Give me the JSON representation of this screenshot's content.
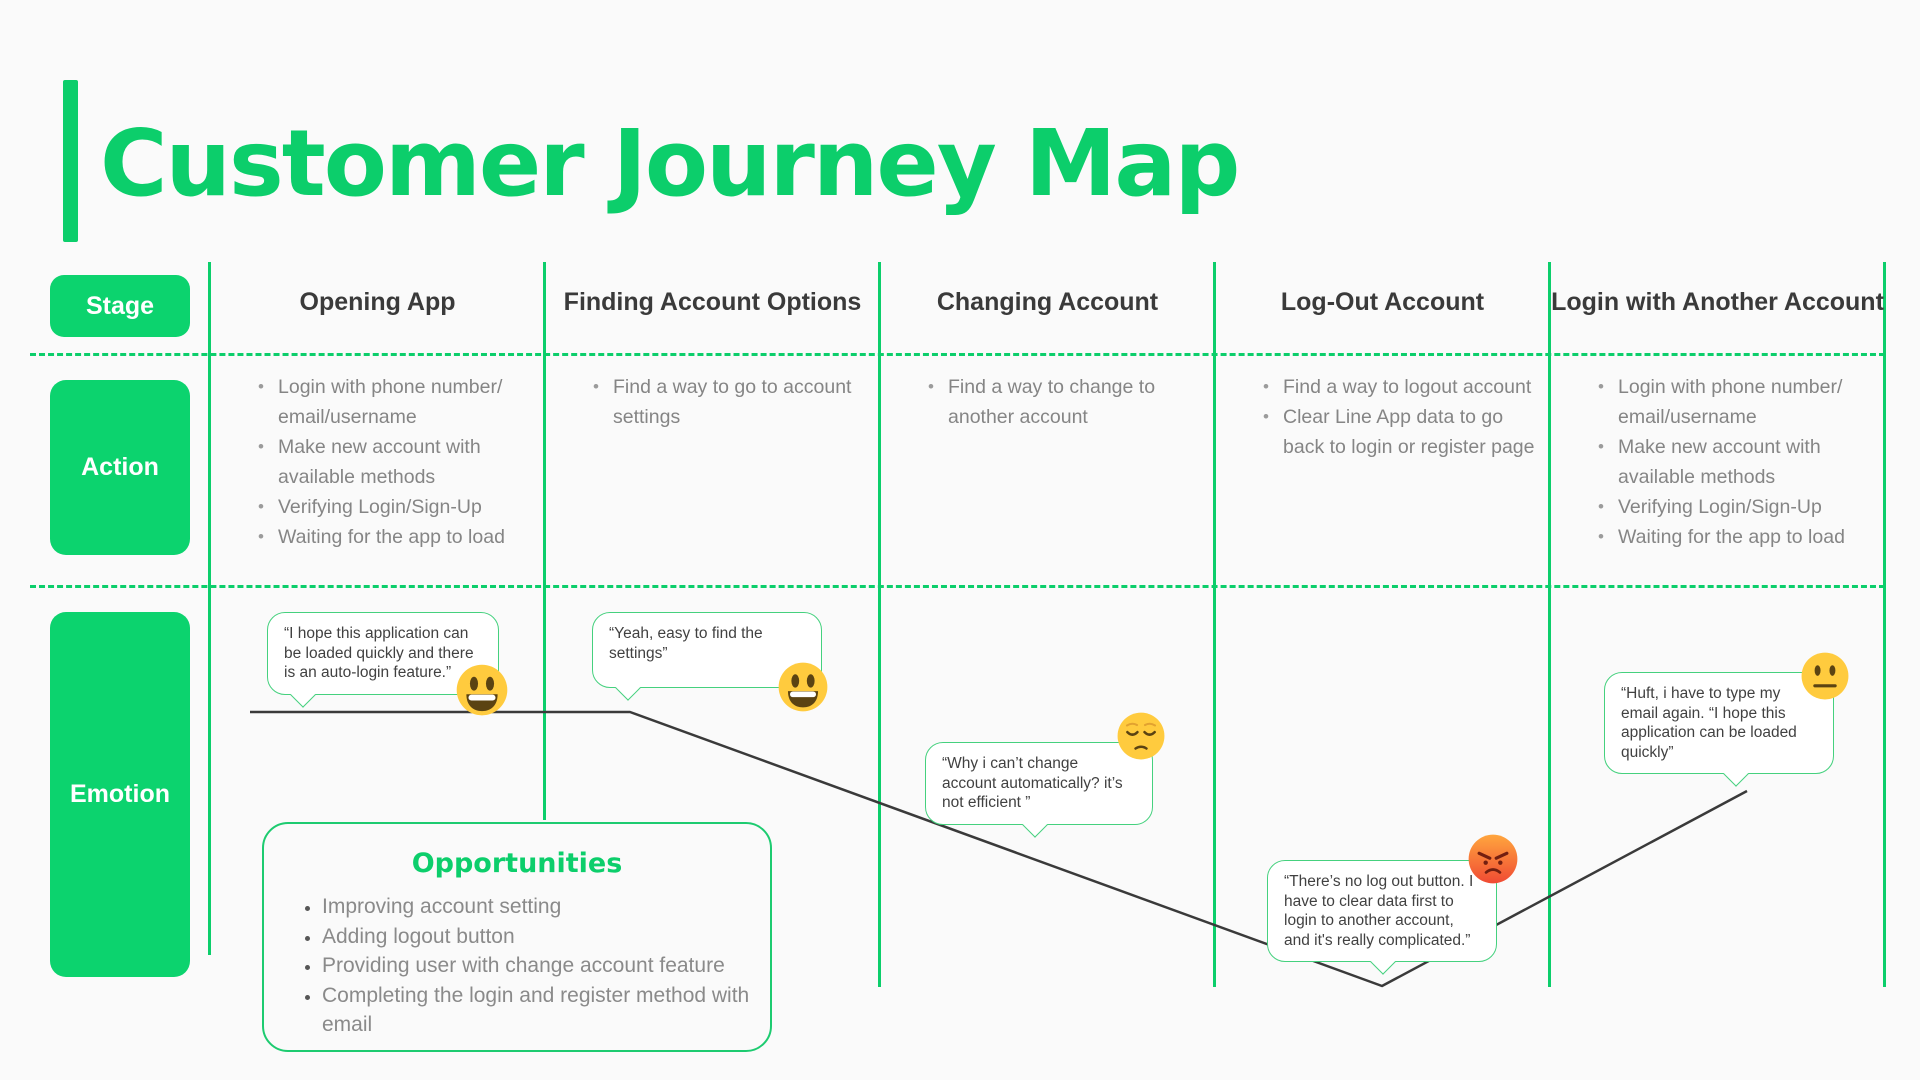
{
  "title": "Customer Journey Map",
  "rows": {
    "stage": "Stage",
    "action": "Action",
    "emotion": "Emotion"
  },
  "columns": [
    {
      "header": "Opening App",
      "actions": [
        "Login with phone number/\nemail/username",
        "Make new account with\navailable methods",
        "Verifying Login/Sign-Up",
        "Waiting for the app to load"
      ]
    },
    {
      "header": "Finding Account Options",
      "actions": [
        "Find a way to go to account\nsettings"
      ]
    },
    {
      "header": "Changing Account",
      "actions": [
        "Find a way to change to\nanother account"
      ]
    },
    {
      "header": "Log-Out Account",
      "actions": [
        "Find a way to logout account",
        "Clear Line App data to go\nback to login or register page"
      ]
    },
    {
      "header": "Login with Another Account",
      "actions": [
        "Login with phone number/\nemail/username",
        "Make new account with\navailable methods",
        "Verifying Login/Sign-Up",
        "Waiting for the app to load"
      ]
    }
  ],
  "emotion": {
    "bubbles": [
      {
        "stage": "Opening App",
        "emoji": "grinning-face",
        "quote": "“I hope this application can\nbe loaded quickly and there\nis an auto-login feature.”"
      },
      {
        "stage": "Finding Account Options",
        "emoji": "grinning-face",
        "quote": "“Yeah, easy to find the\nsettings”"
      },
      {
        "stage": "Changing Account",
        "emoji": "pensive-face",
        "quote": "“Why i can’t change\naccount automatically? it’s\nnot efficient ”"
      },
      {
        "stage": "Log-Out Account",
        "emoji": "angry-face",
        "quote": "“There’s no log out button. I\nhave to clear data first to\nlogin to another account,\nand it's really complicated.”"
      },
      {
        "stage": "Login with Another Account",
        "emoji": "neutral-face",
        "quote": "“Huft, i have to type my\nemail again. “I hope this\napplication can be loaded\nquickly”"
      }
    ],
    "line_points": "250,712 630,712 1382,986 1747,791"
  },
  "opportunities": {
    "title": "Opportunities",
    "items": [
      "Improving account setting",
      "Adding logout button",
      "Providing user with change account feature",
      "Completing the login and register method with\nemail"
    ]
  },
  "colors": {
    "primary_green": "#0CCE6B",
    "bubble_border_green": "#45D17E",
    "line_color": "#3A3A3A",
    "emoji_yellow": "#FFCB3E",
    "angry_orange_red": "#F04A33",
    "text_dark": "#3A3A3A",
    "text_gray": "#858585",
    "background": "#FAFAFA"
  }
}
